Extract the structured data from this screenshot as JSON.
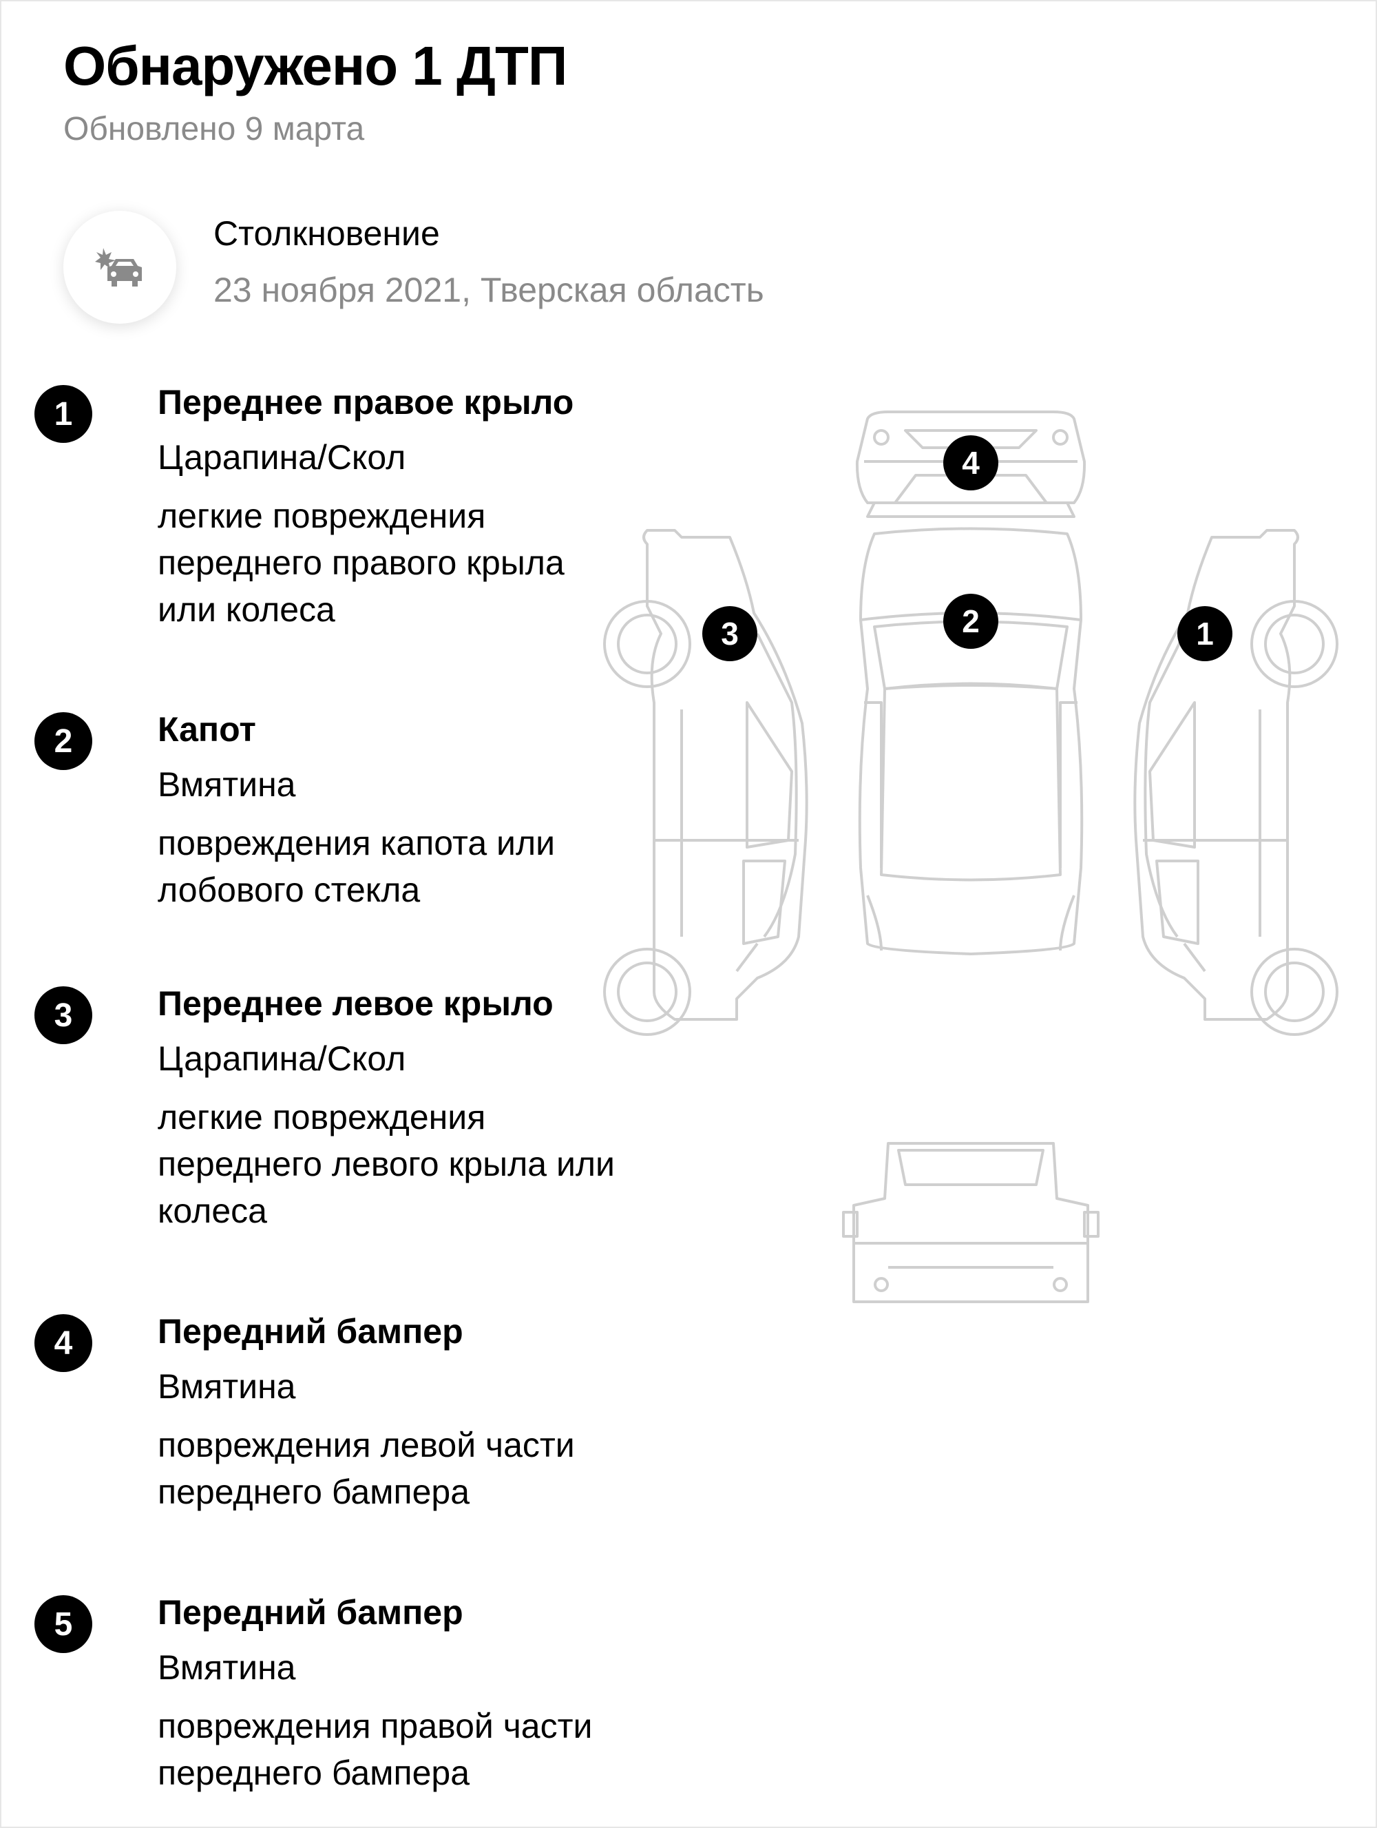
{
  "header": {
    "title": "Обнаружено 1 ДТП",
    "updated": "Обновлено 9 марта"
  },
  "incident": {
    "icon": "car-crash-icon",
    "type": "Столкновение",
    "details": "23 ноября 2021, Тверская область"
  },
  "damages": [
    {
      "number": "1",
      "part": "Переднее правое крыло",
      "type": "Царапина/Скол",
      "description": "легкие повреждения переднего правого крыла или колеса"
    },
    {
      "number": "2",
      "part": "Капот",
      "type": "Вмятина",
      "description": "повреждения капота или лобового стекла"
    },
    {
      "number": "3",
      "part": "Переднее левое крыло",
      "type": "Царапина/Скол",
      "description": "легкие повреждения переднего левого крыла или колеса"
    },
    {
      "number": "4",
      "part": "Передний бампер",
      "type": "Вмятина",
      "description": "повреждения левой части переднего бампера"
    },
    {
      "number": "5",
      "part": "Передний бампер",
      "type": "Вмятина",
      "description": "повреждения правой части переднего бампера"
    }
  ],
  "diagram_markers": [
    "4",
    "2",
    "3",
    "1"
  ],
  "colors": {
    "badge_bg": "#000000",
    "muted_text": "#8a8a8a",
    "diagram_stroke": "#cfcfcf"
  }
}
